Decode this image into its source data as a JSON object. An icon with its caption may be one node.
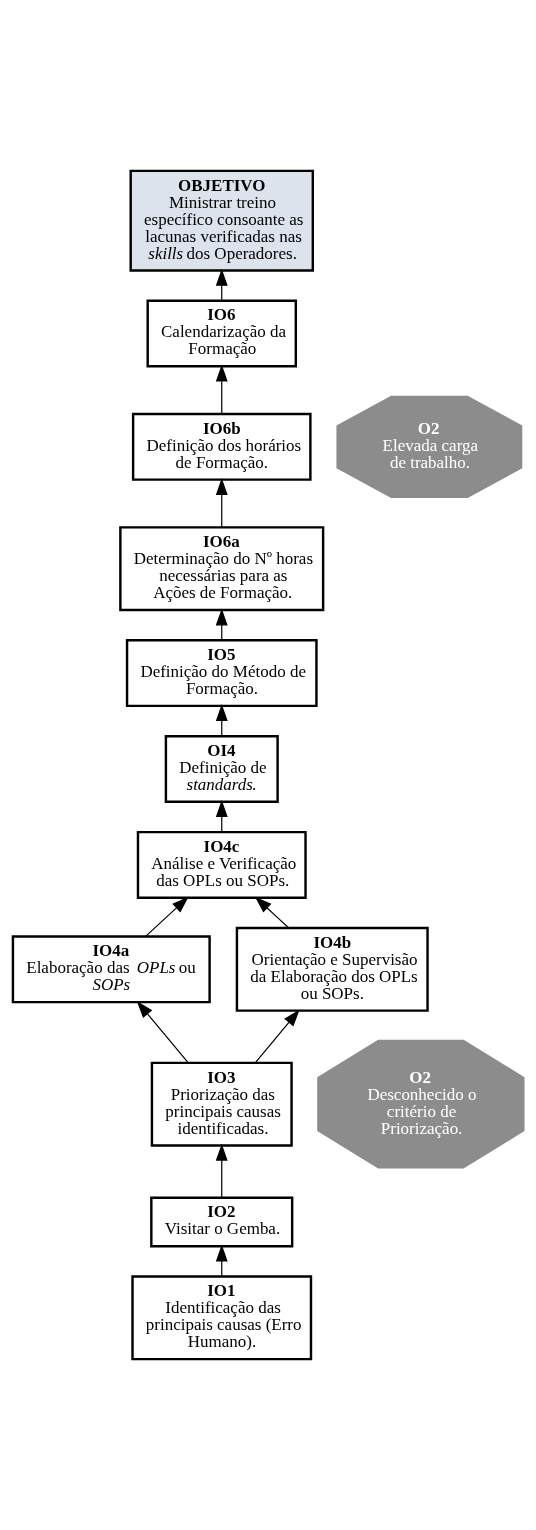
{
  "diagram": {
    "nodes": [
      {
        "text": [
          "OBJETIVO",
          "Ministrar treino específico consoante as lacunas verificadas nas *skills* dos Operadores."
        ]
      },
      {
        "text": [
          "IO6",
          "Calendarização da Formação"
        ]
      },
      {
        "text": [
          "IO6b",
          "Definição dos horários de Formação."
        ]
      },
      {
        "text": [
          "O2",
          "Elevada carga de trabalho."
        ]
      },
      {
        "text": [
          "IO6a",
          "Determinação do Nº horas necessárias para as Ações de Formação."
        ]
      },
      {
        "text": [
          "IO5",
          "Definição do Método de Formação."
        ]
      },
      {
        "text": [
          "OI4",
          "Definição de *standards*."
        ]
      },
      {
        "text": [
          "IO4c",
          "Análise e Verificação das OPLs ou SOPs."
        ]
      },
      {
        "text": [
          "IO4a",
          "Elaboração das *OPLs* ou *SOPs*"
        ]
      },
      {
        "text": [
          "IO4b",
          "Orientação e Supervisão da Elaboração dos OPLs ou SOPs."
        ]
      },
      {
        "text": [
          "IO3",
          "Priorização das principais causas identificadas."
        ]
      },
      {
        "text": [
          "O2",
          "Desconhecido o critério de Priorização."
        ]
      },
      {
        "text": [
          "IO2",
          "Visitar o Gemba."
        ]
      },
      {
        "text": [
          "IO1",
          "Identificação das principais causas (Erro Humano)."
        ]
      }
    ],
    "edges": [
      {
        "from": 1,
        "to": 0,
        "arrow": "to"
      },
      {
        "from": 2,
        "to": 1,
        "arrow": "to"
      },
      {
        "from": 4,
        "to": 2,
        "arrow": "to"
      },
      {
        "from": 5,
        "to": 4,
        "arrow": "to"
      },
      {
        "from": 6,
        "to": 5,
        "arrow": "to"
      },
      {
        "from": 7,
        "to": 6,
        "arrow": "to"
      },
      {
        "from": 8,
        "to": 7,
        "arrow": "to"
      },
      {
        "from": 9,
        "to": 7,
        "arrow": "to"
      },
      {
        "from": 10,
        "to": 8,
        "arrow": "to"
      },
      {
        "from": 10,
        "to": 9,
        "arrow": "to"
      },
      {
        "from": 12,
        "to": 10,
        "arrow": "to"
      },
      {
        "from": 13,
        "to": 12,
        "arrow": "to"
      }
    ]
  }
}
